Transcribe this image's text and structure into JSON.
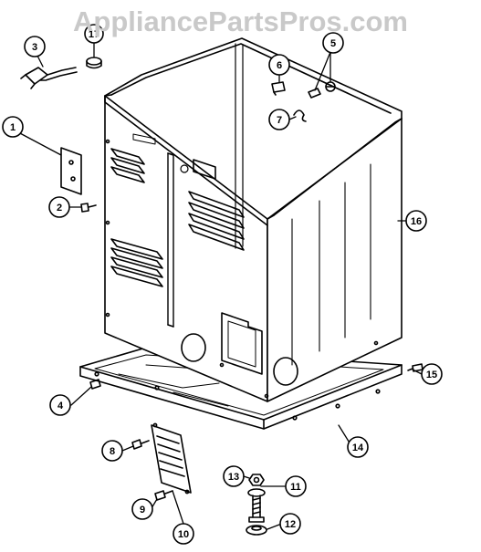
{
  "watermark": "AppliancePartsPros.com",
  "callouts": [
    "1",
    "2",
    "3",
    "4",
    "5",
    "6",
    "7",
    "8",
    "9",
    "10",
    "11",
    "12",
    "13",
    "14",
    "15",
    "16",
    "17"
  ],
  "colors": {
    "line": "#000000",
    "watermark": "#c9c9c9",
    "background": "#ffffff"
  }
}
